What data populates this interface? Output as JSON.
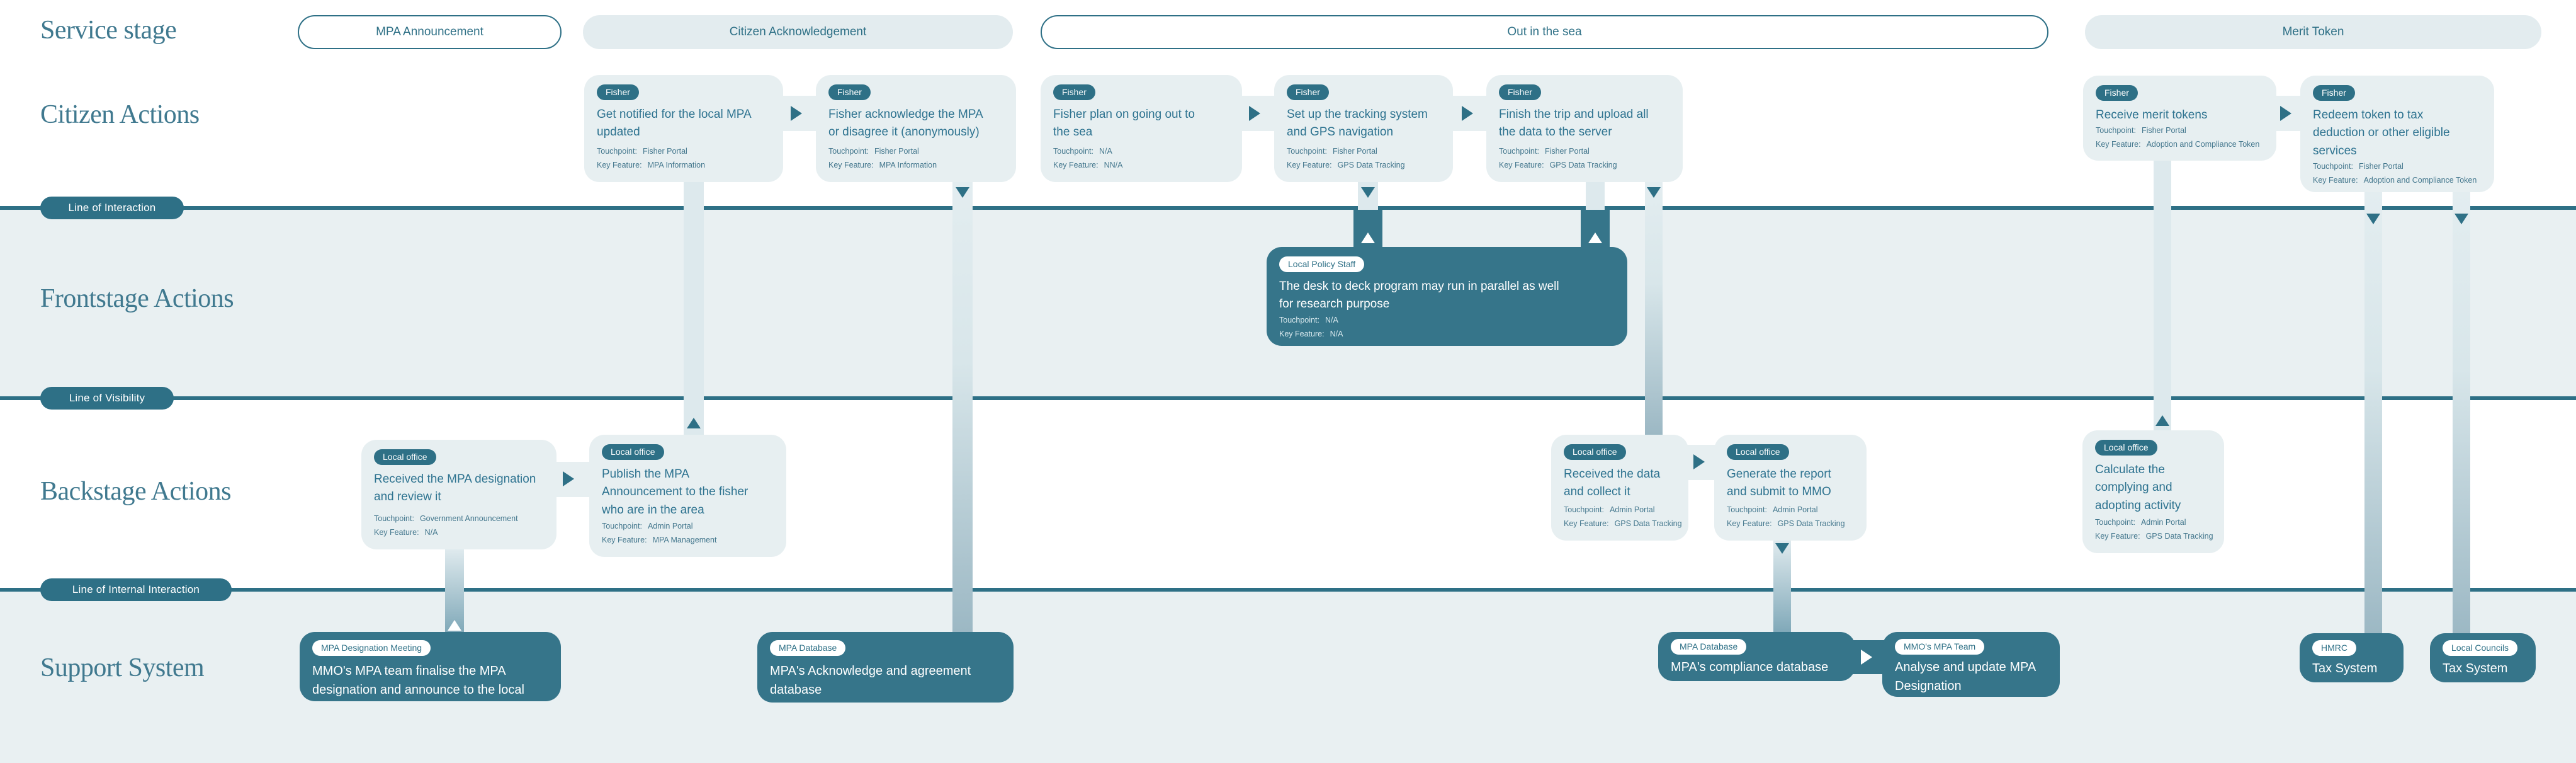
{
  "colors": {
    "teal_line": "#2e7086",
    "teal_card": "#36758a",
    "light_card": "#e7eff1",
    "band": "#e9f0f2",
    "heading": "#40798f",
    "connector_light": "#dde9ed",
    "connector_dark_end": "#9cb8c4"
  },
  "rows": {
    "service_stage": "Service stage",
    "citizen": "Citizen Actions",
    "frontstage": "Frontstage Actions",
    "backstage": "Backstage Actions",
    "support": "Support System"
  },
  "stages": [
    {
      "label": "MPA Announcement"
    },
    {
      "label": "Citizen Acknowledgement"
    },
    {
      "label": "Out in the sea"
    },
    {
      "label": "Merit Token"
    }
  ],
  "lines": {
    "interaction": "Line of Interaction",
    "visibility": "Line of Visibility",
    "internal": "Line of Internal Interaction"
  },
  "labels": {
    "touchpoint": "Touchpoint:",
    "key_feature": "Key Feature:"
  },
  "citizen": [
    {
      "badge": "Fisher",
      "title": "Get notified for the local MPA\nupdated",
      "touchpoint": "Fisher Portal",
      "key_feature": "MPA Information"
    },
    {
      "badge": "Fisher",
      "title": "Fisher acknowledge the MPA\nor disagree it (anonymously)",
      "touchpoint": "Fisher Portal",
      "key_feature": "MPA Information"
    },
    {
      "badge": "Fisher",
      "title": "Fisher plan on going out to\nthe sea",
      "touchpoint": "N/A",
      "key_feature": "NN/A"
    },
    {
      "badge": "Fisher",
      "title": "Set up the tracking system\nand GPS navigation",
      "touchpoint": "Fisher Portal",
      "key_feature": "GPS Data Tracking"
    },
    {
      "badge": "Fisher",
      "title": "Finish the trip and upload all\nthe data to the server",
      "touchpoint": "Fisher Portal",
      "key_feature": "GPS Data Tracking"
    },
    {
      "badge": "Fisher",
      "title": "Receive merit tokens",
      "touchpoint": "Fisher Portal",
      "key_feature": "Adoption and Compliance Token"
    },
    {
      "badge": "Fisher",
      "title": "Redeem token to tax\ndeduction or other eligible\nservices",
      "touchpoint": "Fisher Portal",
      "key_feature": "Adoption and Compliance Token"
    }
  ],
  "frontstage": [
    {
      "badge": "Local Policy Staff",
      "title": "The desk to deck program may run in parallel as well\nfor research purpose",
      "touchpoint": "N/A",
      "key_feature": "N/A"
    }
  ],
  "backstage": [
    {
      "badge": "Local office",
      "title": "Received the MPA designation\nand review it",
      "touchpoint": "Government Announcement",
      "key_feature": "N/A"
    },
    {
      "badge": "Local office",
      "title": "Publish the MPA\nAnnouncement to the fisher\nwho are in the area",
      "touchpoint": "Admin Portal",
      "key_feature": "MPA Management"
    },
    {
      "badge": "Local office",
      "title": "Received the data\nand collect it",
      "touchpoint": "Admin Portal",
      "key_feature": "GPS Data Tracking"
    },
    {
      "badge": "Local office",
      "title": "Generate the report\nand submit to MMO",
      "touchpoint": "Admin Portal",
      "key_feature": "GPS Data Tracking"
    },
    {
      "badge": "Local office",
      "title": "Calculate the\ncomplying and\nadopting activity",
      "touchpoint": "Admin Portal",
      "key_feature": "GPS Data Tracking"
    }
  ],
  "support": [
    {
      "badge": "MPA Designation Meeting",
      "title": "MMO's MPA team finalise the MPA\ndesignation and announce to the local"
    },
    {
      "badge": "MPA Database",
      "title": "MPA's Acknowledge and agreement\ndatabase"
    },
    {
      "badge": "MPA Database",
      "title": "MPA's compliance database"
    },
    {
      "badge": "MMO's MPA Team",
      "title": "Analyse and update MPA\nDesignation"
    },
    {
      "badge": "HMRC",
      "title": "Tax System"
    },
    {
      "badge": "Local Councils",
      "title": "Tax System"
    }
  ]
}
